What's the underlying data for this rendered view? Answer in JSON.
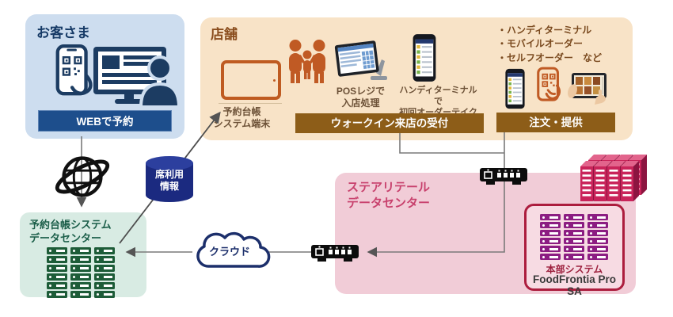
{
  "customer": {
    "title": "お客さま",
    "web_banner": "WEBで予約"
  },
  "store": {
    "title": "店舗",
    "tablet_label": "予約台帳\nシステム端末",
    "pos_label": "POSレジで\n入店処理",
    "handy_label": "ハンディターミナルで\n初回オーダーテイク",
    "walkin_banner": "ウォークイン来店の受付",
    "order_banner": "注文・提供",
    "order_methods": [
      "・ハンディターミナル",
      "・モバイルオーダー",
      "・セルフオーダー　など"
    ]
  },
  "network": {
    "seat_db_label": "席利用\n情報",
    "cloud_label": "クラウド"
  },
  "reservation_dc": {
    "title": "予約台帳システム\nデータセンター"
  },
  "retail_dc": {
    "title": "ステアリテール\nデータセンター",
    "hq_label": "本部システム",
    "hq_product": "FoodFrontia Pro SA"
  },
  "colors": {
    "customer_bg": "#cdddef",
    "navy": "#1d4e8c",
    "store_bg": "#f8e3c7",
    "banner_brown": "#8d5d18",
    "icon_orange": "#c05a24",
    "reservation_bg": "#d8ebe3",
    "server_green": "#1d5c38",
    "retail_bg": "#f1ccd7",
    "retail_title": "#c8416d",
    "server_crimson": "#c9245a",
    "server_purple": "#8c1d82",
    "db_navy": "#1b2a80",
    "line_gray": "#7a7a7a"
  }
}
